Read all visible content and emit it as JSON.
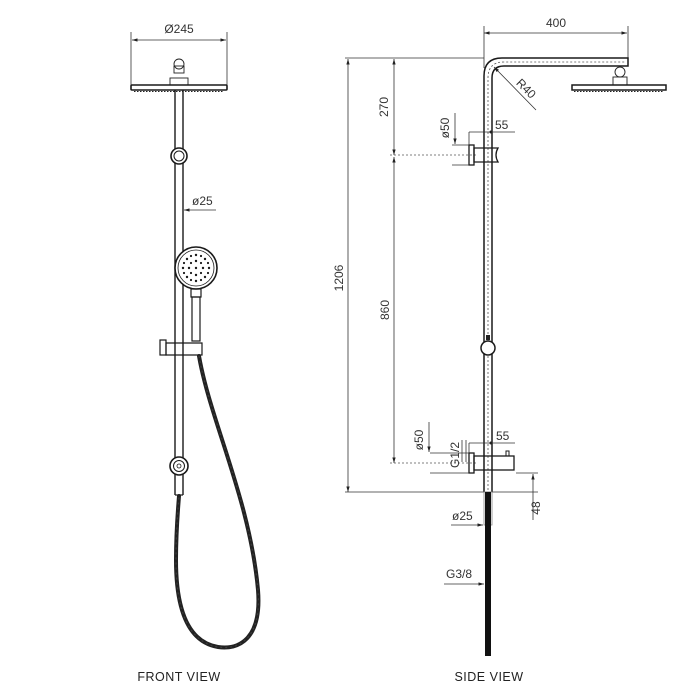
{
  "drawing": {
    "subject": "Shower column with overhead rain head and handheld shower",
    "colors": {
      "line": "#1a1a1a",
      "dimension": "#333333",
      "background": "#ffffff"
    }
  },
  "front_view": {
    "caption": "FRONT VIEW",
    "dimensions": {
      "head_diameter": "Ø245",
      "rail_diameter": "ø25"
    }
  },
  "side_view": {
    "caption": "SIDE VIEW",
    "dimensions": {
      "arm_projection": "400",
      "bend_radius": "R40",
      "top_to_upper_bracket": "270",
      "overall_height": "1206",
      "bracket_spacing": "860",
      "upper_bracket_diameter": "ø50",
      "upper_bracket_depth": "55",
      "lower_bracket_diameter": "ø50",
      "lower_thread": "G1/2",
      "lower_bracket_depth": "55",
      "bottom_offset": "48",
      "pipe_diameter": "ø25",
      "hose_thread": "G3/8"
    }
  }
}
